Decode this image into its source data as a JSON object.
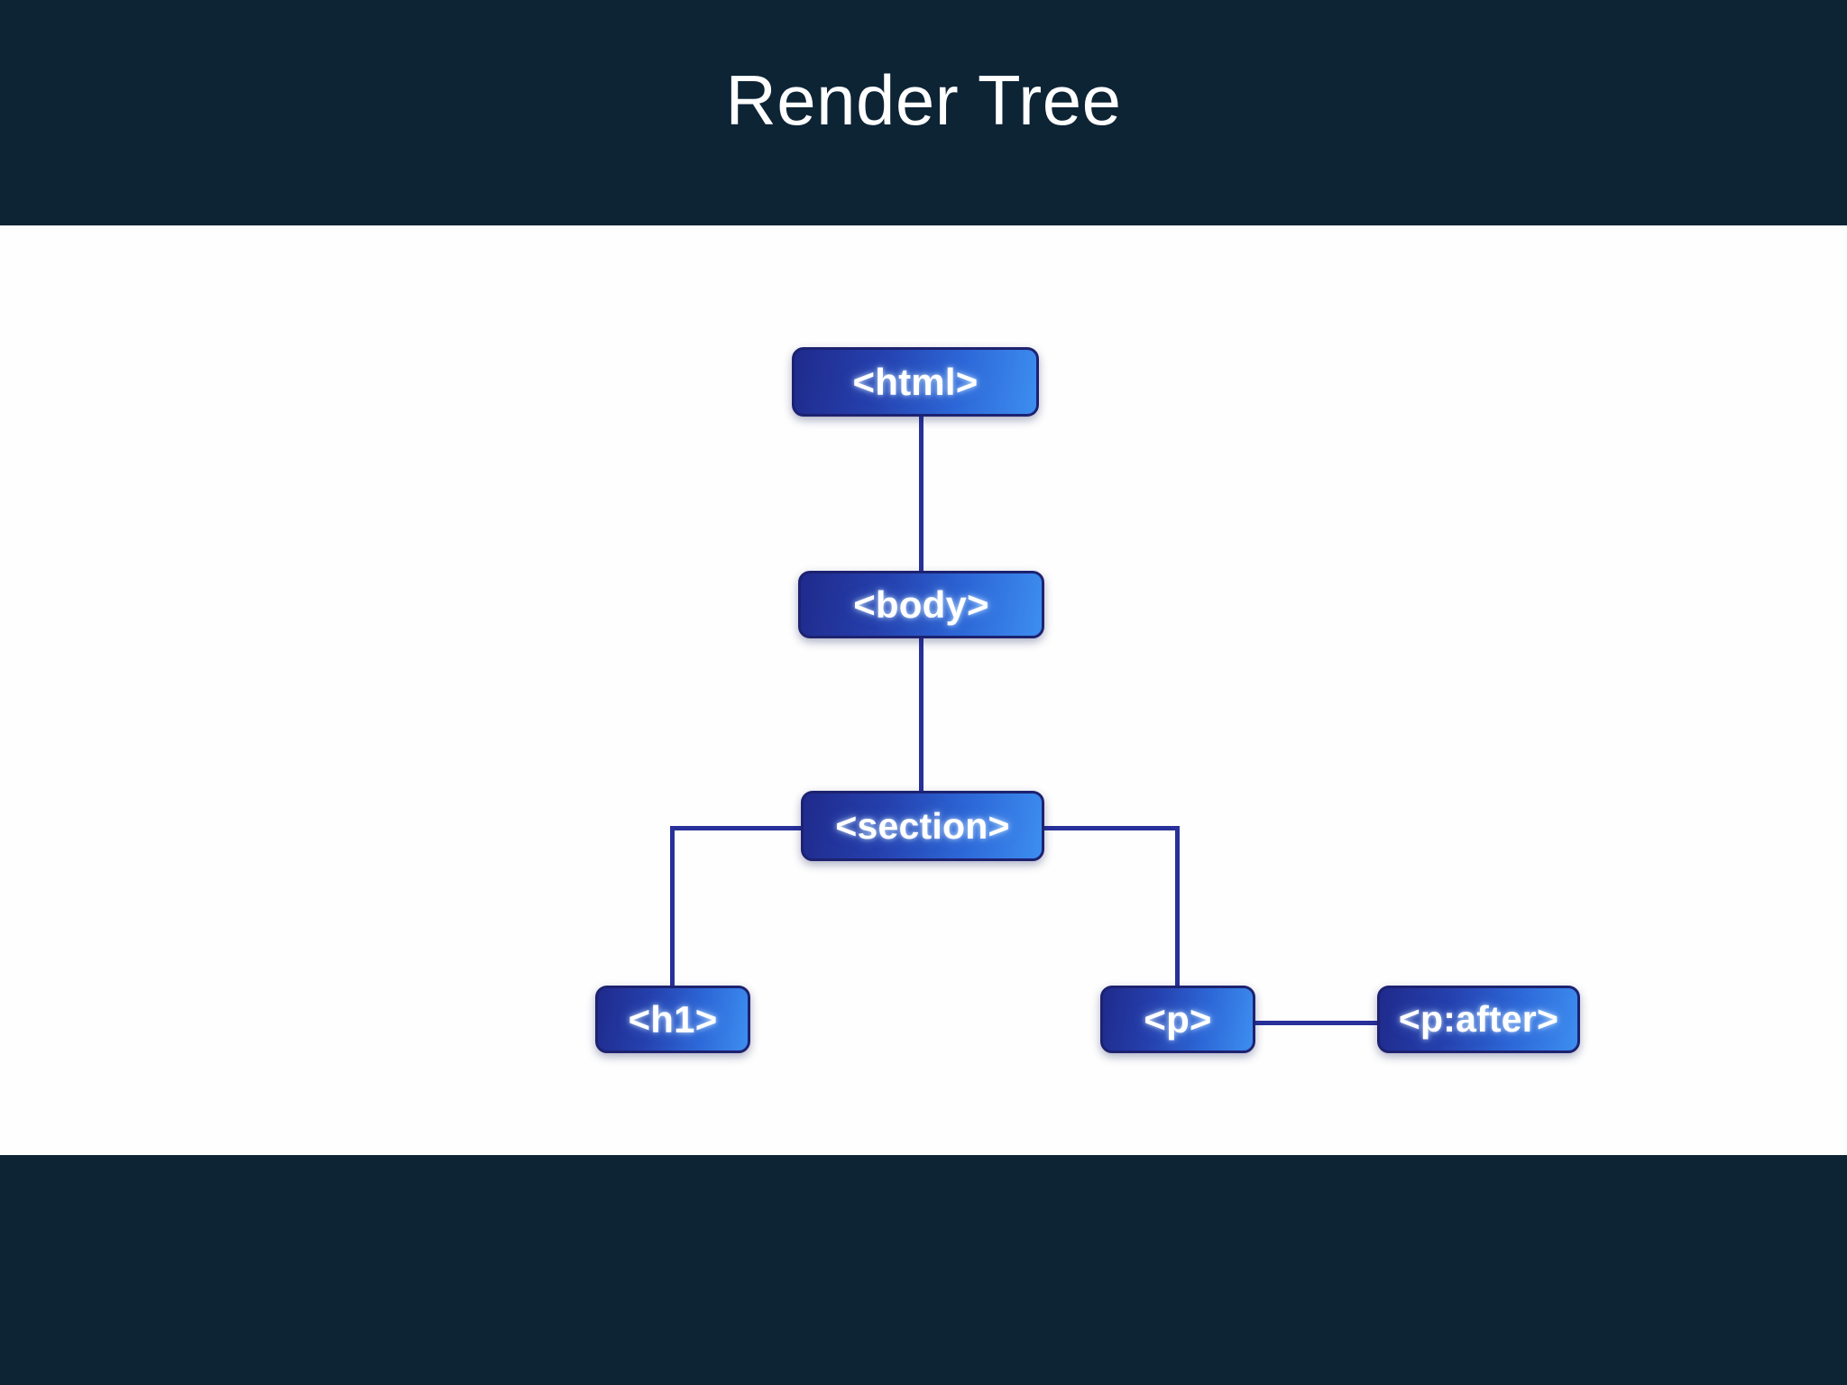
{
  "slide": {
    "title": "Render Tree",
    "header_bg": "#0d2435",
    "footer_bg": "#0d2435",
    "canvas_bg": "#fefefe",
    "title_color": "#ffffff"
  },
  "diagram": {
    "type": "tree",
    "node_fill_start": "#1f2a8c",
    "node_fill_end": "#3d8ef0",
    "node_border": "#1d2270",
    "node_text_color": "#ffffff",
    "edge_color": "#28309a",
    "nodes": [
      {
        "id": "html",
        "label": "<html>",
        "level": 0
      },
      {
        "id": "body",
        "label": "<body>",
        "level": 1
      },
      {
        "id": "section",
        "label": "<section>",
        "level": 2
      },
      {
        "id": "h1",
        "label": "<h1>",
        "level": 3
      },
      {
        "id": "p",
        "label": "<p>",
        "level": 3
      },
      {
        "id": "pafter",
        "label": "<p:after>",
        "level": 3
      }
    ],
    "edges": [
      {
        "from": "html",
        "to": "body"
      },
      {
        "from": "body",
        "to": "section"
      },
      {
        "from": "section",
        "to": "h1"
      },
      {
        "from": "section",
        "to": "p"
      },
      {
        "from": "p",
        "to": "pafter"
      }
    ]
  }
}
